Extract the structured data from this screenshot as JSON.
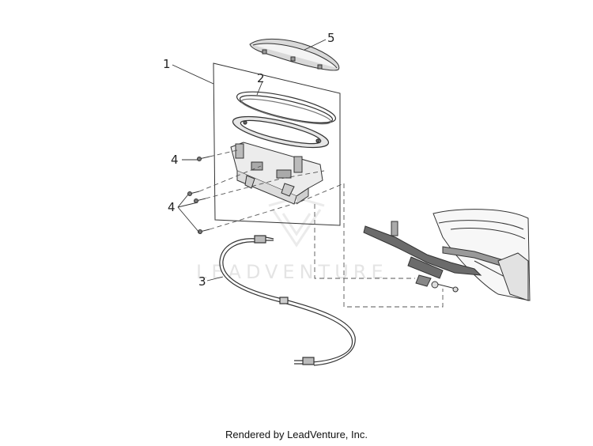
{
  "callouts": {
    "c1": "1",
    "c2": "2",
    "c3": "3",
    "c4a": "4",
    "c4b": "4",
    "c5": "5"
  },
  "watermark": {
    "text": "LEADVENTURE"
  },
  "footer": {
    "text": "Rendered by LeadVenture, Inc."
  },
  "colors": {
    "line": "#333333",
    "dash": "#555555",
    "watermark": "#cfcfcf"
  }
}
